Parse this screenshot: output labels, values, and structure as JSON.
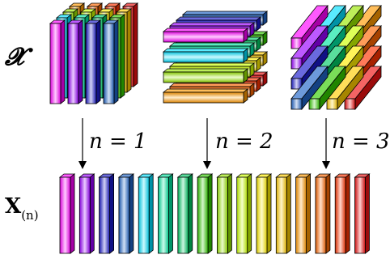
{
  "labels": {
    "tensor": "𝓧",
    "unfolding_base": "X",
    "unfolding_sub": "(n)"
  },
  "modes": [
    {
      "label": "n = 1"
    },
    {
      "label": "n = 2"
    },
    {
      "label": "n = 3"
    }
  ],
  "slice_colors": [
    "#ff00ff",
    "#9900ff",
    "#1a1acc",
    "#1e64c8",
    "#00e0ff",
    "#00e5a0",
    "#00cc66",
    "#33cc00",
    "#99e600",
    "#ccff00",
    "#ffee00",
    "#ffcc00",
    "#ff9900",
    "#ff6600",
    "#ff3300",
    "#ee1111"
  ],
  "arrow_color": "#000000"
}
